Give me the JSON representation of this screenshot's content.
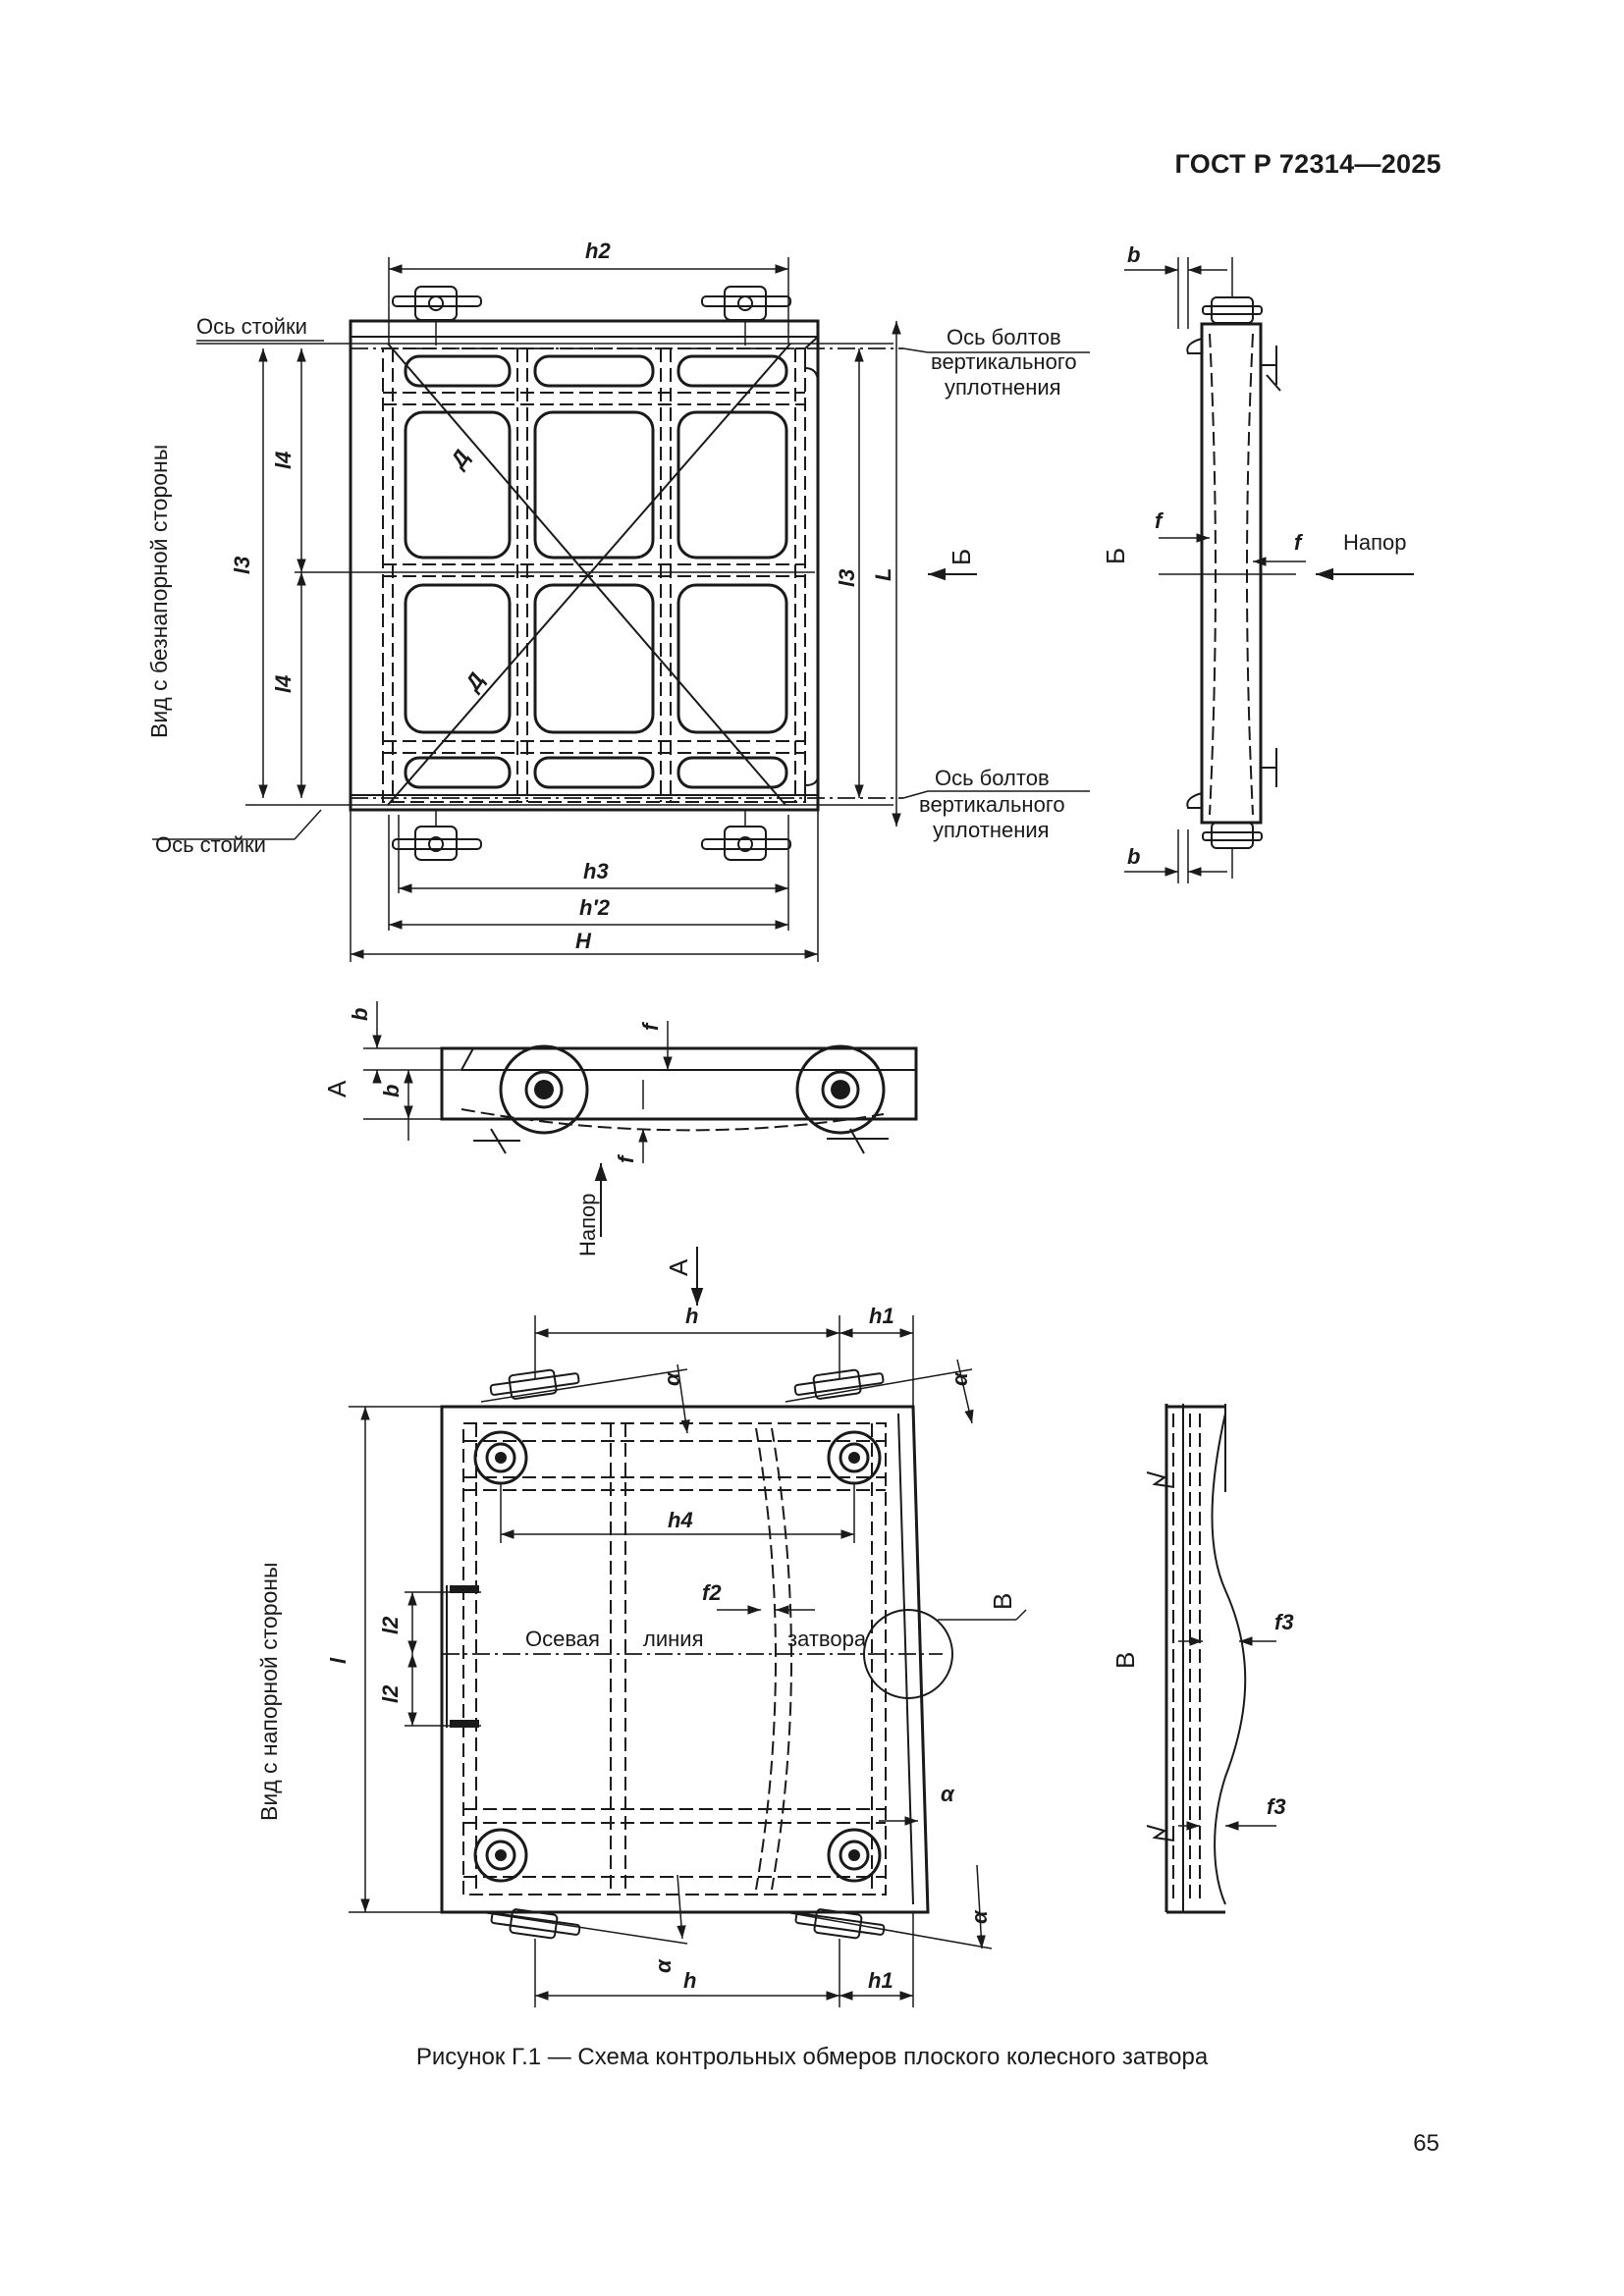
{
  "header": {
    "standard": "ГОСТ Р 72314—2025"
  },
  "figure": {
    "caption": "Рисунок Г.1 — Схема контрольных обмеров плоского колесного затвора",
    "view_back_label": "Вид с безнапорной стороны",
    "view_front_label": "Вид с напорной стороны",
    "axis_post_label_top": "Ось стойки",
    "axis_post_label_bottom": "Ось стойки",
    "bolt_axis_top": [
      "Ось болтов",
      "вертикального",
      "уплотнения"
    ],
    "bolt_axis_bottom": [
      "Ось болтов",
      "вертикального",
      "уплотнения"
    ],
    "pressure_label": "Напор",
    "pressure_label_2": "Напор",
    "axial_line_words": [
      "Осевая",
      "линия",
      "затвора"
    ],
    "section_b_letter": "Б",
    "section_b_letter_side": "Б",
    "section_a_letter": "А",
    "section_a_letter_2": "А",
    "section_v_letter": "В",
    "section_v_letter_side": "В",
    "diag_letter": "Д",
    "diag_letter_2": "Д",
    "dims": {
      "h2": "h2",
      "h3": "h3",
      "h2p": "h′2",
      "H": "H",
      "l3": "l3",
      "l3b": "l3",
      "L": "L",
      "l4a": "l4",
      "l4b": "l4",
      "b1": "b",
      "b2": "b",
      "b3": "b",
      "b4": "b",
      "f1": "f",
      "f2": "f",
      "f3": "f",
      "f4": "f",
      "h_top": "h",
      "h1_top": "h1",
      "h4": "h4",
      "f2_mid": "f2",
      "l": "l",
      "l2a": "l2",
      "l2b": "l2",
      "f3a": "f3",
      "f3b": "f3",
      "alpha1": "α",
      "alpha2": "α",
      "alpha3": "α",
      "alpha4": "α",
      "alpha5": "α",
      "h_bot": "h",
      "h1_bot": "h1"
    }
  },
  "page_number": "65"
}
